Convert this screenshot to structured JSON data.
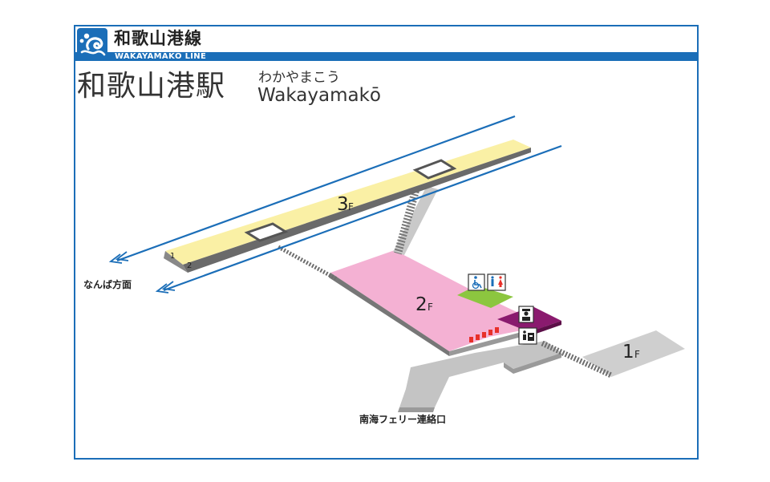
{
  "line": {
    "name": "和歌山港線",
    "romaji": "WAKAYAMAKŌ LINE",
    "color": "#1b6eb8"
  },
  "station": {
    "name": "和歌山港駅",
    "kana": "わかやまこう",
    "romaji": "Wakayamakō"
  },
  "floors": {
    "f3": {
      "num": "3",
      "unit": "F",
      "color": "#faf0a5"
    },
    "f2": {
      "num": "2",
      "unit": "F",
      "color": "#f4b1d3"
    },
    "f1": {
      "num": "1",
      "unit": "F",
      "color": "#cfcfcf"
    }
  },
  "platform_tracks": {
    "track1": "1",
    "track2": "2"
  },
  "labels": {
    "direction": "なんば方面",
    "ferry": "南海フェリー連絡口"
  },
  "facilities": [
    "wheelchair-accessible-icon",
    "restroom-icon",
    "station-staff-icon",
    "ticket-gate-icon"
  ],
  "colors": {
    "restroom_area": "#8cc63f",
    "staff_area": "#8a1a6e",
    "gates": "#e8302a"
  }
}
